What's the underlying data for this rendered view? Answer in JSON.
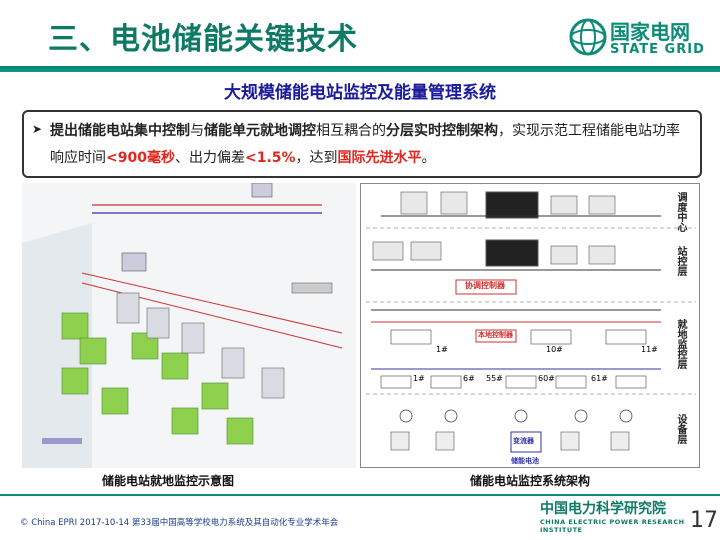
{
  "slide": {
    "title": "三、电池储能关键技术",
    "subtitle": "大规模储能电站监控及能量管理系统",
    "logo": {
      "cn": "国家电网",
      "en": "STATE GRID"
    },
    "bullet": {
      "p1": "提出储能电站集中控制",
      "p2": "与",
      "p3": "储能单元就地调控",
      "p4": "相互耦合的",
      "p5": "分层实时控制架构",
      "p6": "，实现示范工程储能电站功率响应时间",
      "p7": "<900毫秒",
      "p8": "、出力偏差",
      "p9": "<1.5%",
      "p10": "，达到",
      "p11": "国际先进水平",
      "p12": "。"
    },
    "captions": {
      "left": "储能电站就地监控示意图",
      "right": "储能电站监控系统架构"
    },
    "arch": {
      "layers": [
        "调度中心",
        "站控层",
        "就地监控层",
        "设备层"
      ],
      "coord": "协调控制器",
      "local": "本地控制器",
      "pcs": "变流器",
      "battery": "储能电池",
      "units": [
        "1#",
        "10#",
        "11#",
        "1#",
        "6#",
        "55#",
        "60#",
        "61#"
      ]
    },
    "footer": {
      "text": "© China EPRI  2017-10-14   第33届中国高等学校电力系统及其自动化专业学术年会",
      "org_cn": "中国电力科学研究院",
      "org_en": "CHINA ELECTRIC POWER RESEARCH INSTITUTE",
      "page": "17"
    },
    "colors": {
      "brand": "#0e7a66",
      "accent_red": "#e0261e",
      "subtitle": "#1a1a9a"
    }
  }
}
